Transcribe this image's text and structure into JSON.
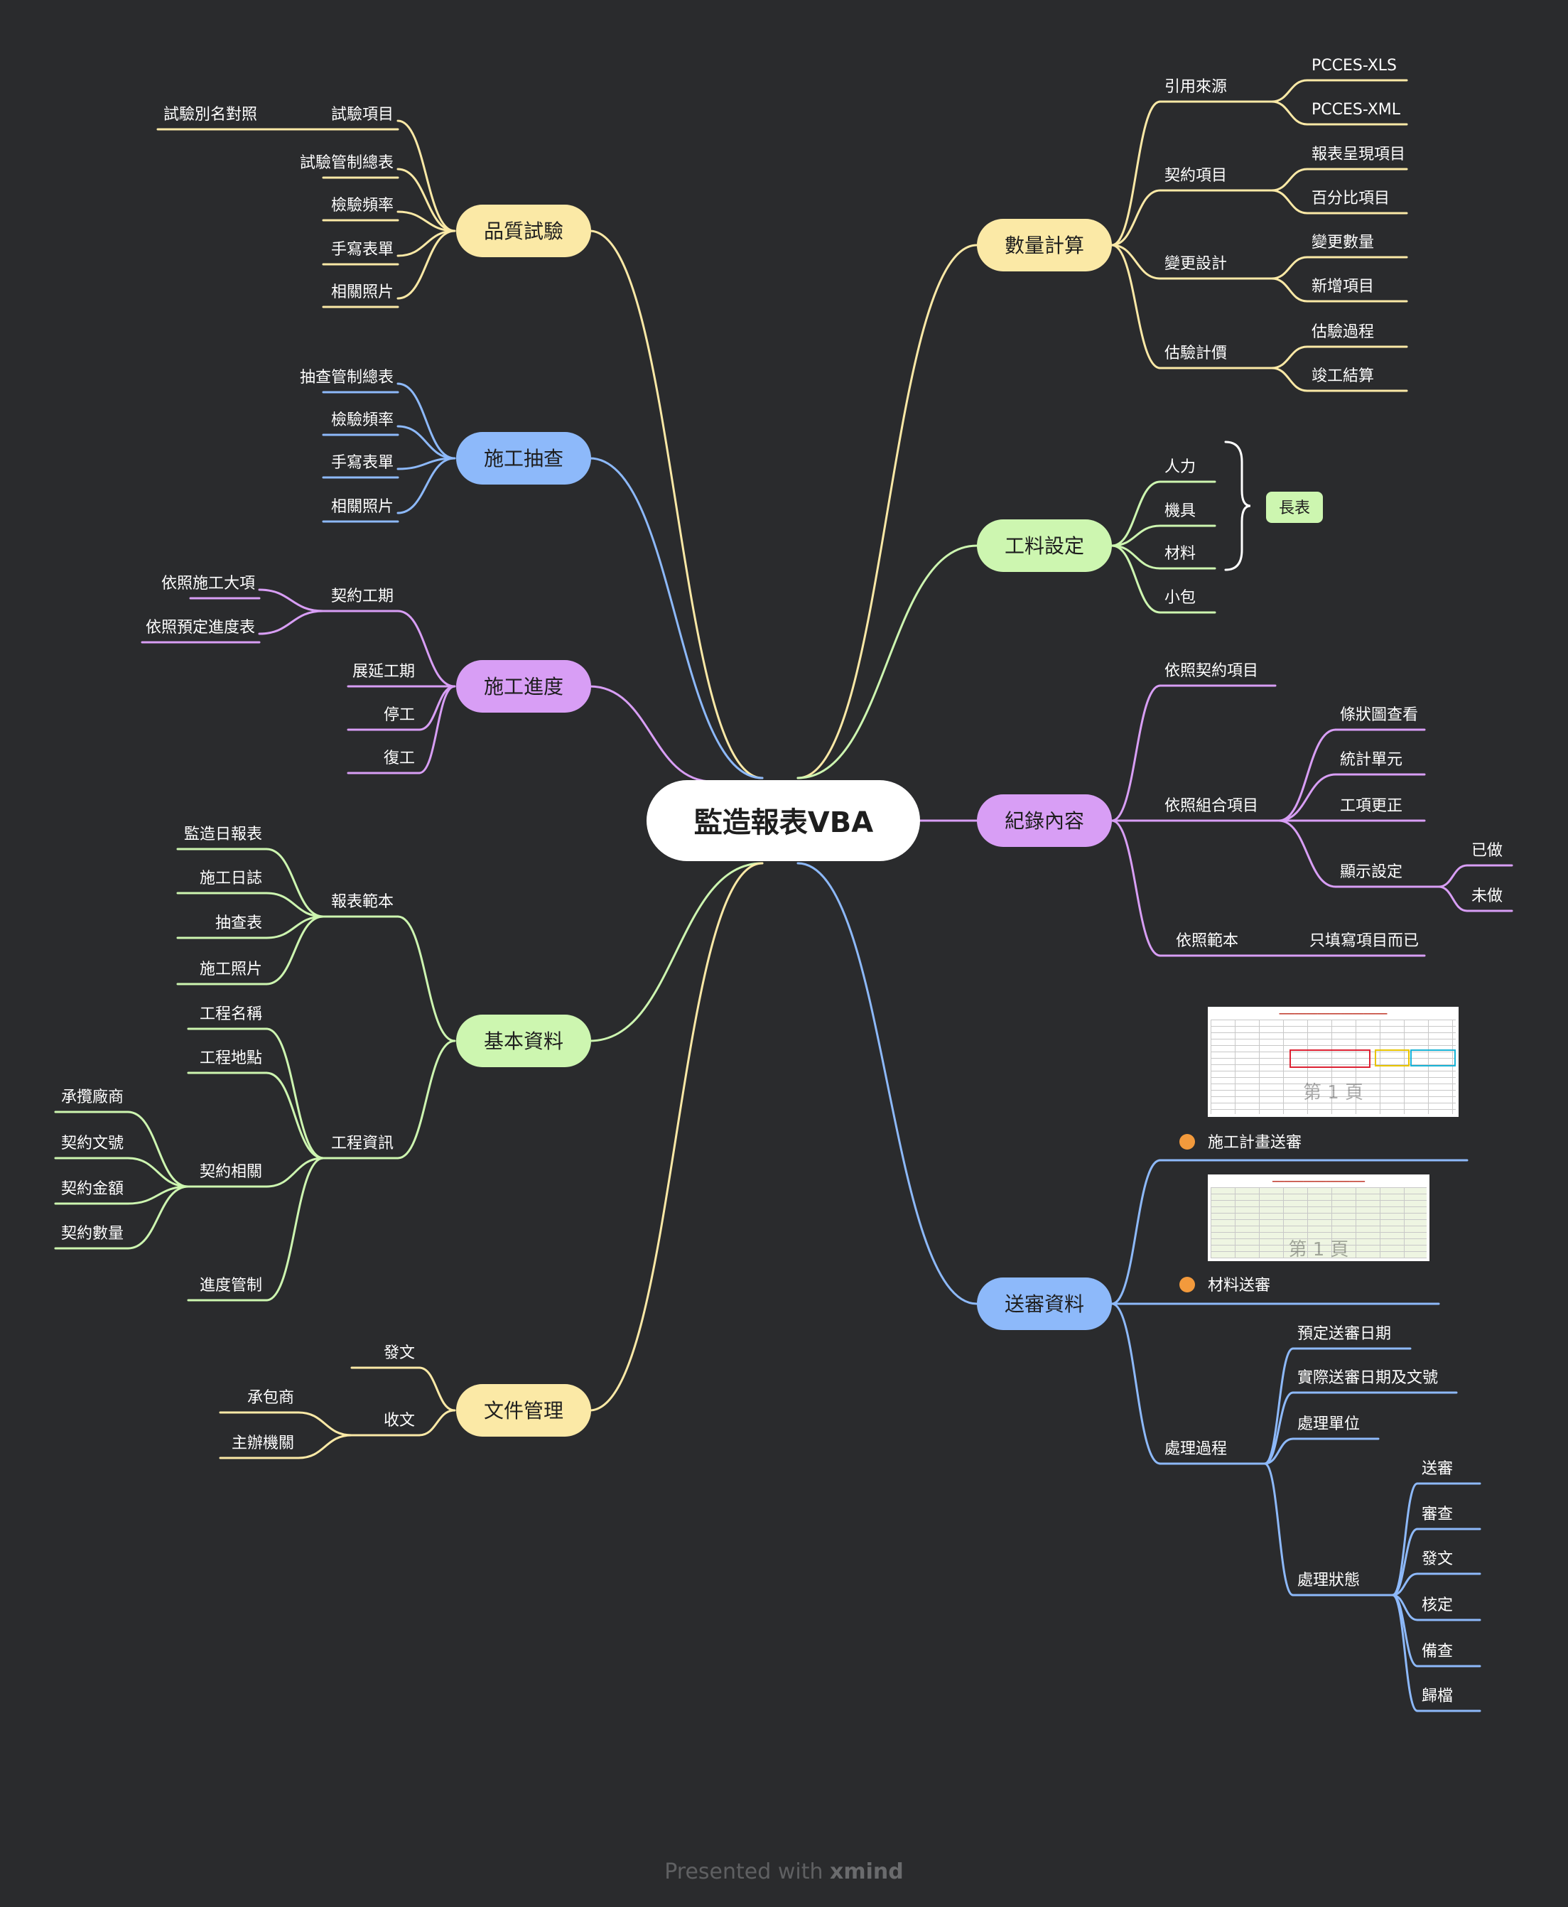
{
  "root": {
    "label": "監造報表VBA"
  },
  "colors": {
    "background": "#2a2b2d",
    "yellow": "#fbe9a6",
    "blue": "#8db9fa",
    "purple": "#d89ef5",
    "green": "#cdf6b0",
    "marker": "#f39a3c"
  },
  "branches": {
    "quality_test": {
      "label": "品質試驗",
      "items": [
        "試驗項目",
        "試驗管制總表",
        "檢驗頻率",
        "手寫表單",
        "相關照片"
      ],
      "alias": "試驗別名對照"
    },
    "inspection": {
      "label": "施工抽查",
      "items": [
        "抽查管制總表",
        "檢驗頻率",
        "手寫表單",
        "相關照片"
      ]
    },
    "progress": {
      "label": "施工進度",
      "contract_period": {
        "label": "契約工期",
        "children": [
          "依照施工大項",
          "依照預定進度表"
        ]
      },
      "items": [
        "展延工期",
        "停工",
        "復工"
      ]
    },
    "basic_info": {
      "label": "基本資料",
      "report_templates": {
        "label": "報表範本",
        "children": [
          "監造日報表",
          "施工日誌",
          "抽查表",
          "施工照片"
        ]
      },
      "project_info": {
        "label": "工程資訊",
        "name": "工程名稱",
        "location": "工程地點",
        "contract": {
          "label": "契約相關",
          "children": [
            "承攬廠商",
            "契約文號",
            "契約金額",
            "契約數量"
          ]
        },
        "schedule": "進度管制"
      }
    },
    "documents": {
      "label": "文件管理",
      "send": "發文",
      "receive": {
        "label": "收文",
        "children": [
          "承包商",
          "主辦機關"
        ]
      }
    },
    "quantity": {
      "label": "數量計算",
      "source": {
        "label": "引用來源",
        "children": [
          "PCCES-XLS",
          "PCCES-XML"
        ]
      },
      "contract_items": {
        "label": "契約項目",
        "children": [
          "報表呈現項目",
          "百分比項目"
        ]
      },
      "change_design": {
        "label": "變更設計",
        "children": [
          "變更數量",
          "新增項目"
        ]
      },
      "valuation": {
        "label": "估驗計價",
        "children": [
          "估驗過程",
          "竣工結算"
        ]
      }
    },
    "materials": {
      "label": "工料設定",
      "items": [
        "人力",
        "機具",
        "材料",
        "小包"
      ],
      "summary": "長表"
    },
    "records": {
      "label": "紀錄內容",
      "by_contract": "依照契約項目",
      "by_group": {
        "label": "依照組合項目",
        "children": [
          "條狀圖查看",
          "統計單元",
          "工項更正"
        ],
        "display": {
          "label": "顯示設定",
          "children": [
            "已做",
            "未做"
          ]
        }
      },
      "by_template": {
        "label": "依照範本",
        "child": "只填寫項目而已"
      }
    },
    "submissions": {
      "label": "送審資料",
      "plan": "施工計畫送審",
      "material": "材料送審",
      "thumbnail_page": "第 1 頁",
      "process": {
        "label": "處理過程",
        "children": [
          "預定送審日期",
          "實際送審日期及文號",
          "處理單位"
        ],
        "status": {
          "label": "處理狀態",
          "children": [
            "送審",
            "審查",
            "發文",
            "核定",
            "備查",
            "歸檔"
          ]
        }
      }
    }
  },
  "footer": {
    "prefix": "Presented with",
    "brand": "xmind"
  }
}
